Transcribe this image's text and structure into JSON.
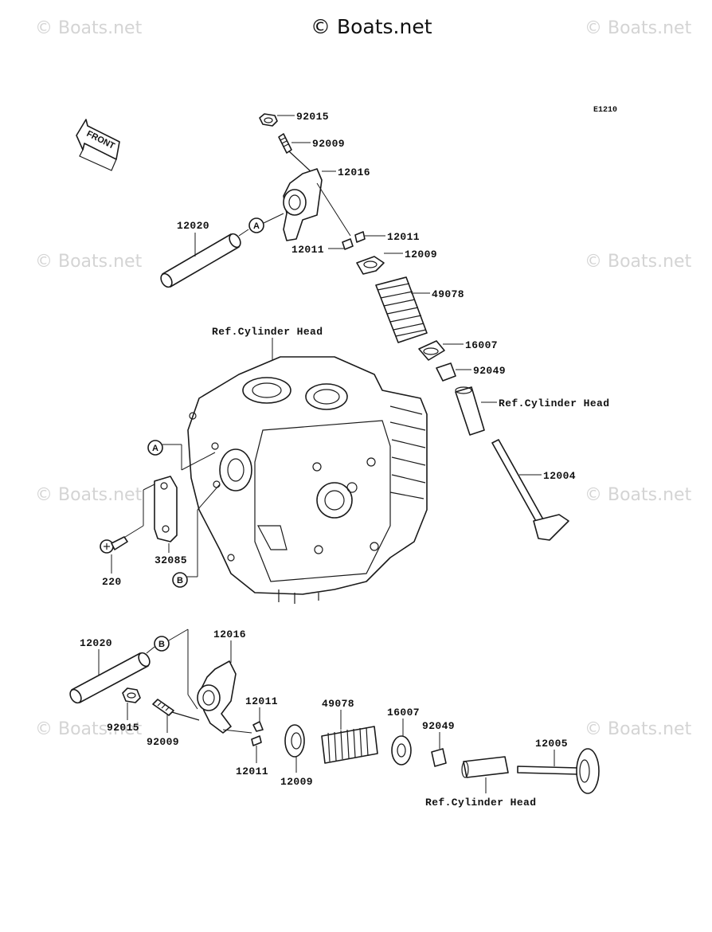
{
  "copyright": "© Boats.net",
  "watermark_text": "© Boats.net",
  "diagram_code": "E1210",
  "front_arrow_label": "FRONT",
  "callouts": {
    "a": "A",
    "b": "B"
  },
  "labels": {
    "top_92015": "92015",
    "top_92009": "92009",
    "top_12016": "12016",
    "top_12020": "12020",
    "top_12011_right": "12011",
    "top_12011_left": "12011",
    "top_12009": "12009",
    "top_49078": "49078",
    "ref_cylinder_head_top": "Ref.Cylinder Head",
    "top_16007": "16007",
    "top_92049": "92049",
    "ref_cylinder_head_guide": "Ref.Cylinder Head",
    "top_12004": "12004",
    "plate_32085": "32085",
    "bolt_220": "220",
    "bot_12020": "12020",
    "bot_12016": "12016",
    "bot_12011_upper": "12011",
    "bot_49078": "49078",
    "bot_16007": "16007",
    "bot_92049": "92049",
    "bot_12005": "12005",
    "bot_92015": "92015",
    "bot_92009": "92009",
    "bot_12011_lower": "12011",
    "bot_12009": "12009",
    "ref_cylinder_head_bottom": "Ref.Cylinder Head"
  }
}
